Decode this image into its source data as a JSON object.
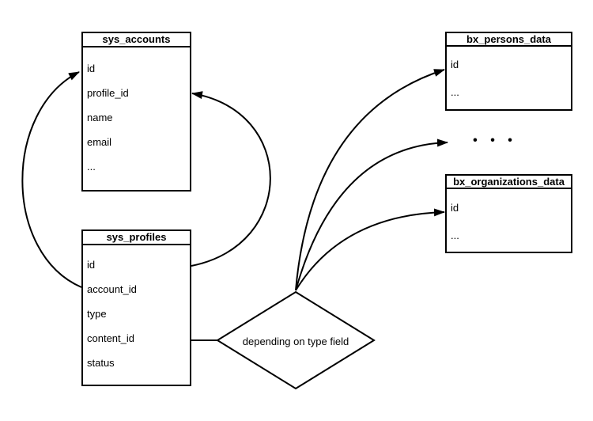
{
  "diagram": {
    "colors": {
      "line": "#000000",
      "background": "#ffffff",
      "text": "#000000"
    },
    "tables": [
      {
        "title": "sys_accounts",
        "fields": [
          "id",
          "profile_id",
          "name",
          "email",
          "..."
        ]
      },
      {
        "title": "sys_profiles",
        "fields": [
          "id",
          "account_id",
          "type",
          "content_id",
          "status"
        ]
      },
      {
        "title": "bx_persons_data",
        "fields": [
          "id",
          "..."
        ]
      },
      {
        "title": "bx_organizations_data",
        "fields": [
          "id",
          "..."
        ]
      }
    ],
    "decision": {
      "label": "depending on type field"
    },
    "ellipsis": "• • •"
  }
}
